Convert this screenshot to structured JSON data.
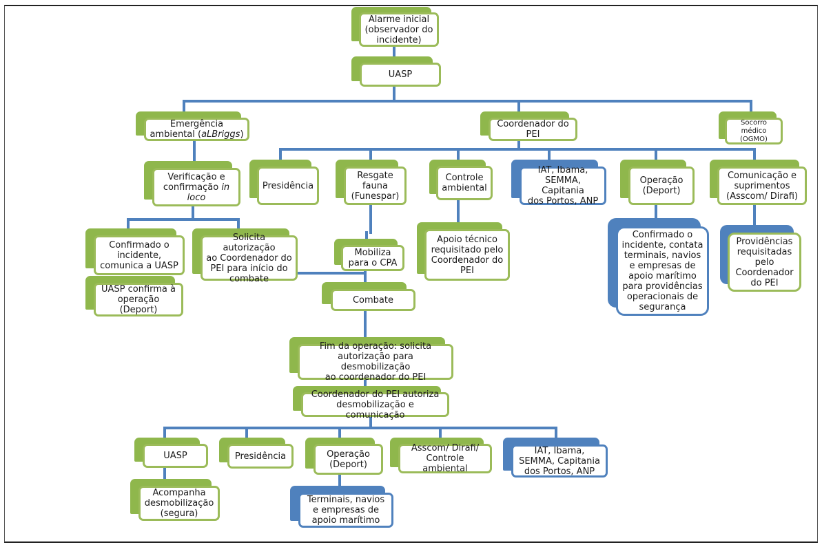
{
  "nodes": {
    "alarme": "Alarme inicial\n(observador do\nincidente)",
    "uasp": "UASP",
    "emergencia_pre": "Emergência\nambiental (",
    "emergencia_em": "aLBriggs",
    "emergencia_post": ")",
    "coordenador": "Coordenador do\nPEI",
    "socorro": "Socorro médico\n(OGMO)",
    "verificacao_pre": "Verificação e\nconfirmação ",
    "verificacao_em": "in\nloco",
    "presidencia": "Presidência",
    "resgate": "Resgate\nfauna\n(Funespar)",
    "controle": "Controle\nambiental",
    "orgaos": "IAT, Ibama,\nSEMMA, Capitania\ndos Portos, ANP",
    "operacao": "Operação\n(Deport)",
    "comunicacao": "Comunicação e\nsuprimentos\n(Asscom/ Dirafi)",
    "confirmado_uasp": "Confirmado o\nincidente,\ncomunica a UASP",
    "solicita": "Solicita autorização\nao Coordenador do\nPEI para início do\ncombate",
    "mobiliza": "Mobiliza\npara o CPA",
    "apoio": "Apoio técnico\nrequisitado pelo\nCoordenador do\nPEI",
    "confirmado_terminais": "Confirmado o\nincidente, contata\nterminais, navios\ne empresas de\napoio marítimo\npara providências\noperacionais de\nsegurança",
    "providencias": "Providências\nrequisitadas\npelo\nCoordenador\ndo PEI",
    "uasp_confirma": "UASP confirma à\noperação\n(Deport)",
    "combate": "Combate",
    "fim": "Fim da operação: solicita\nautorização para desmobilização\nao coordenador do PEI",
    "autoriza": "Coordenador do PEI autoriza\ndesmobilização e comunicação",
    "uasp2": "UASP",
    "presidencia2": "Presidência",
    "operacao2": "Operação\n(Deport)",
    "asscom": "Asscom/ Dirafi/\nControle ambiental",
    "orgaos2": "IAT, Ibama,\nSEMMA, Capitania\ndos Portos, ANP",
    "acompanha": "Acompanha\ndesmobilização\n(segura)",
    "terminais": "Terminais, navios\ne empresas de\napoio marítimo"
  },
  "colors": {
    "green_border": "#9bbb59",
    "green_tab": "#8fb74c",
    "blue": "#4f81bd"
  }
}
